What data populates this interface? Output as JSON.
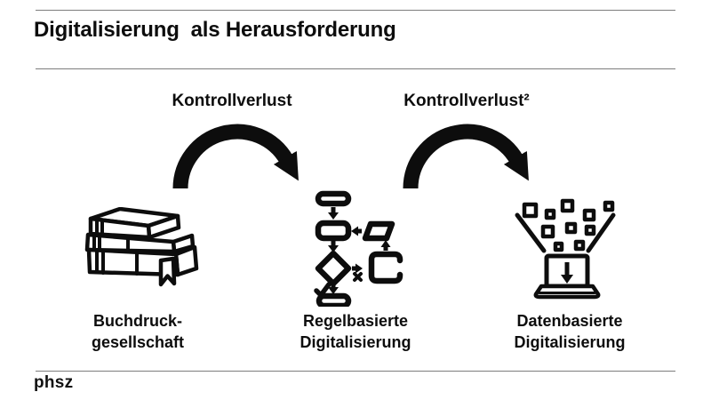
{
  "header": {
    "title": "Digitalisierung  als Herausforderung"
  },
  "transitions": [
    {
      "icon": "arc-arrow-icon",
      "label": "Kontrollverlust"
    },
    {
      "icon": "arc-arrow-icon",
      "label": "Kontrollverlust²"
    }
  ],
  "stages": [
    {
      "icon": "books-icon",
      "label_lines": [
        "Buchdruck-",
        "gesellschaft"
      ]
    },
    {
      "icon": "flowchart-icon",
      "label_lines": [
        "Regelbasierte",
        "Digitalisierung"
      ]
    },
    {
      "icon": "data-into-laptop-icon",
      "label_lines": [
        "Datenbasierte",
        "Digitalisierung"
      ]
    }
  ],
  "footer": {
    "logo_text": "phsz"
  },
  "colors": {
    "ink": "#0d0d0d",
    "rule_gray": "#7d7d7d",
    "background": "#ffffff"
  }
}
